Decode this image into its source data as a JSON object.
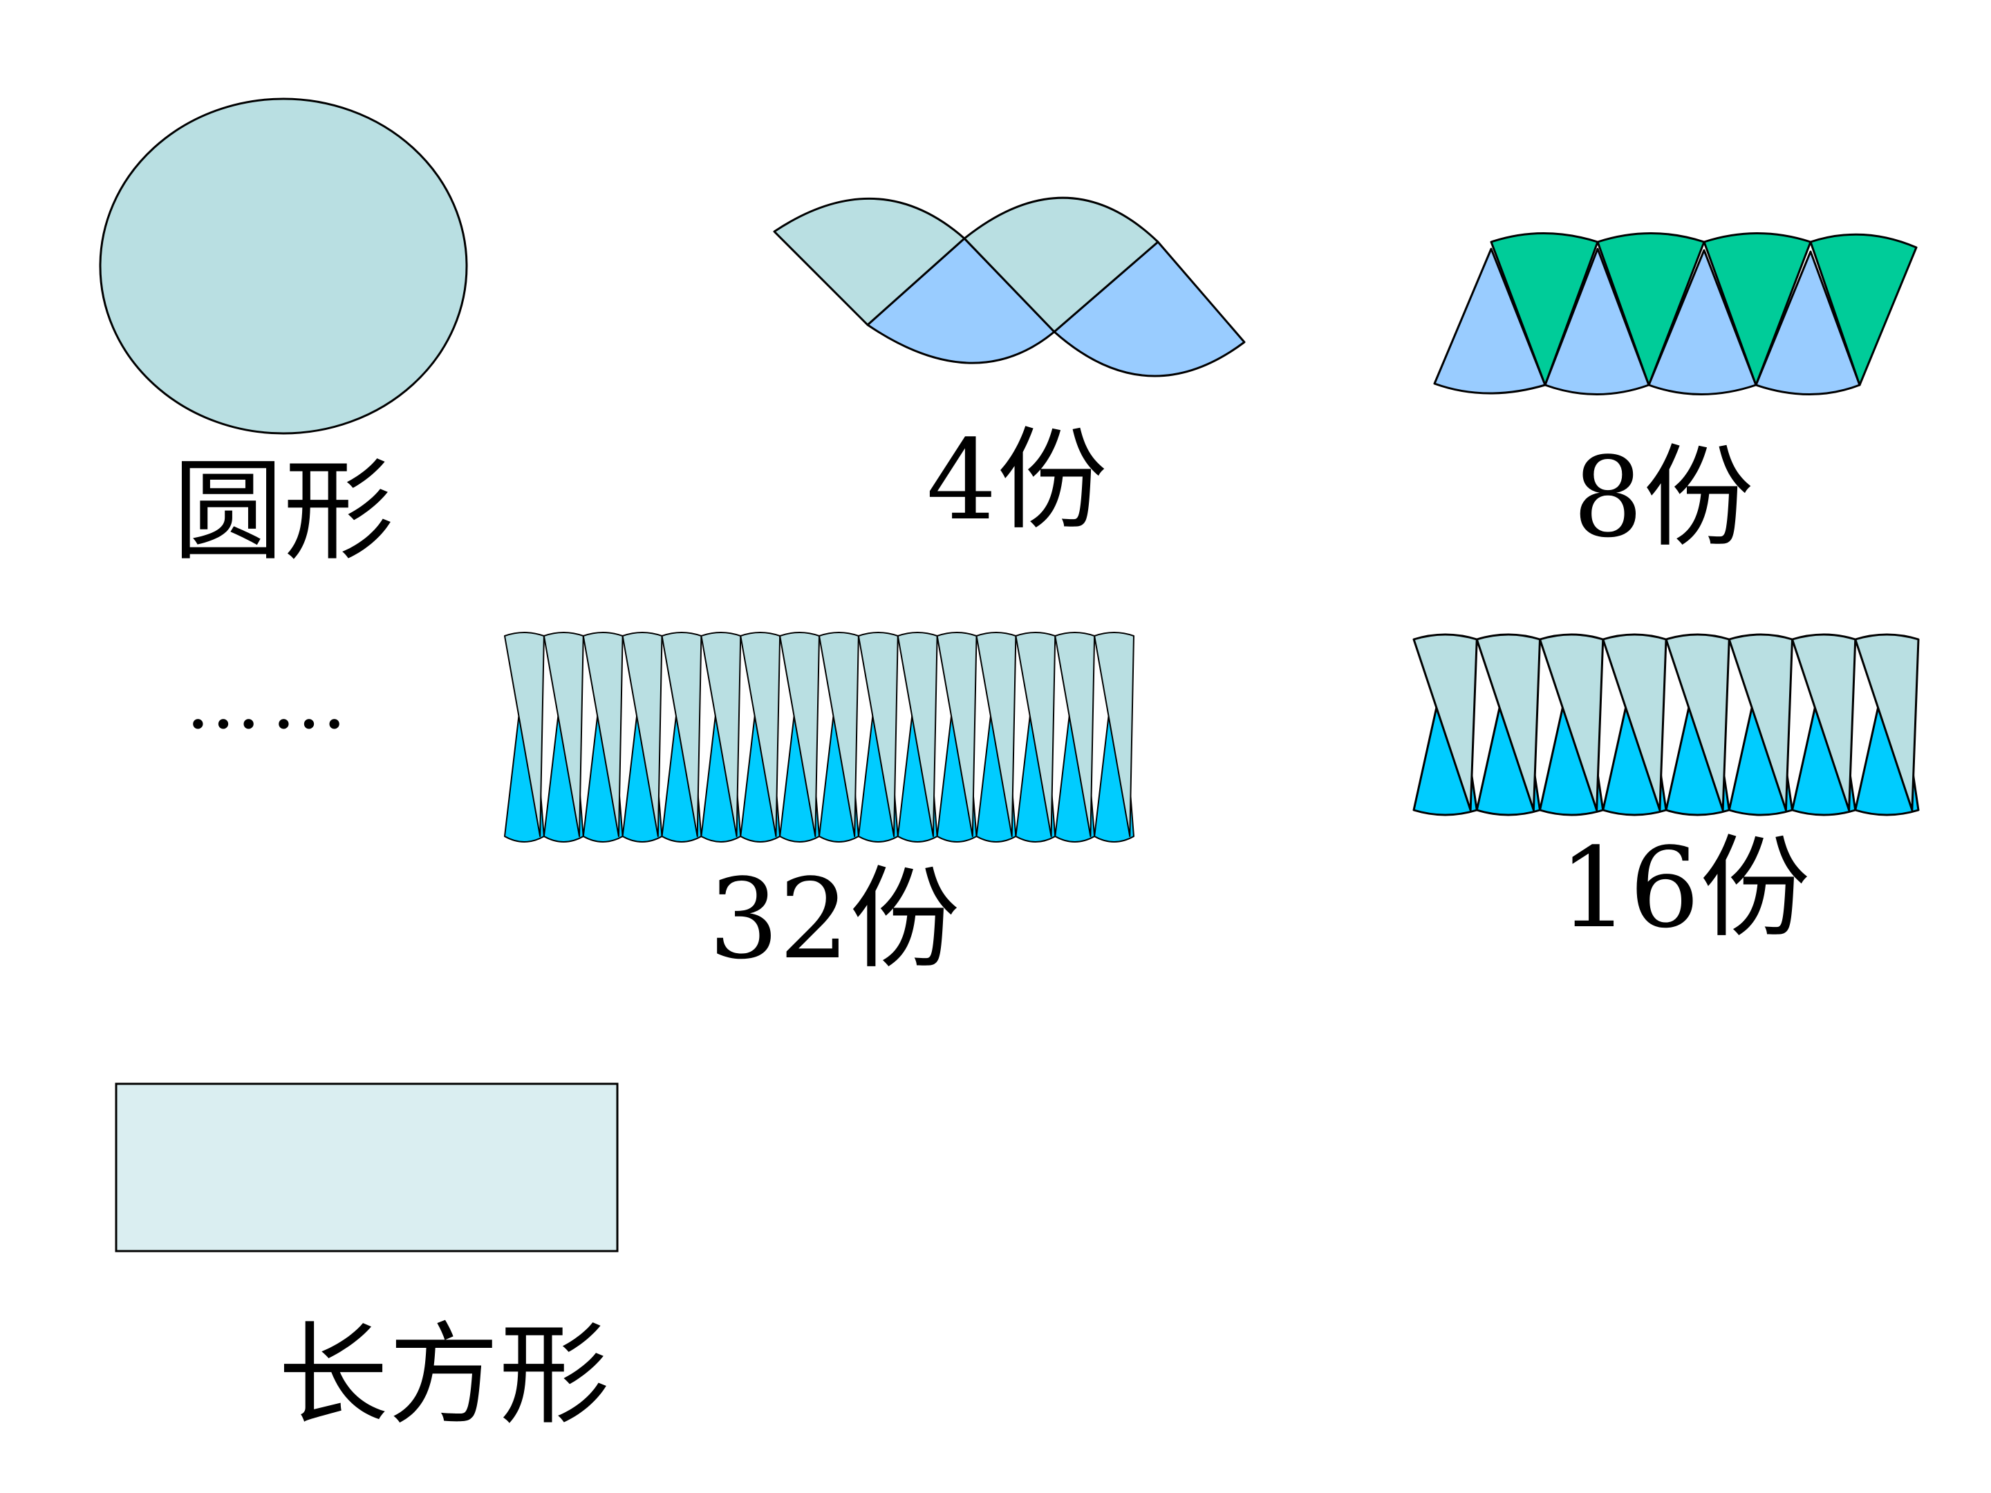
{
  "labels": {
    "circle": "圆形",
    "four": "4份",
    "eight": "8份",
    "ellipsis": "……",
    "thirtytwo": "32份",
    "sixteen": "16份",
    "rectangle": "长方形"
  },
  "colors": {
    "circle_fill": "#b9dfe2",
    "rect_fill": "#daeef1",
    "sector_top": "#b9dfe2",
    "sector_bottom_4": "#99ccff",
    "sector_top_8": "#00cc99",
    "sector_bottom_8": "#99ccff",
    "sector_bottom_16_32": "#00ccff",
    "stroke": "#000000"
  },
  "diagram": {
    "shapes": [
      "circle",
      "4-sectors",
      "8-sectors",
      "16-sectors",
      "32-sectors",
      "rectangle"
    ]
  }
}
